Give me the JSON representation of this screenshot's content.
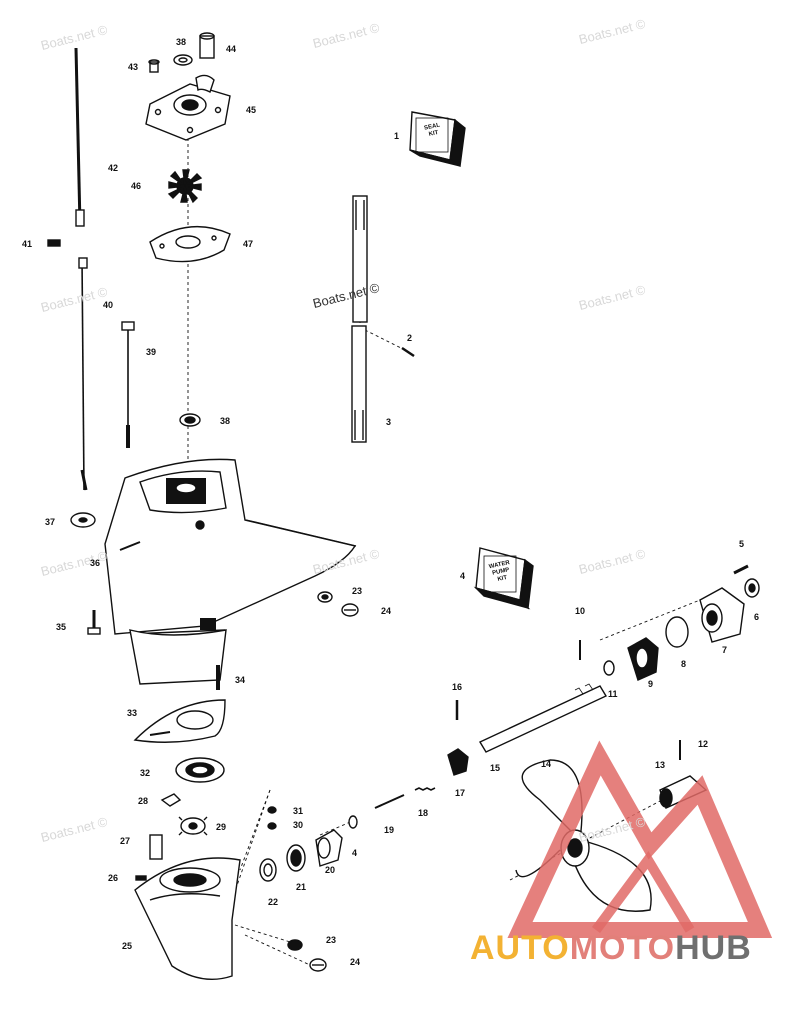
{
  "watermark": {
    "text": "Boats.net ©"
  },
  "callouts": {
    "p1": "1",
    "p2": "2",
    "p3": "3",
    "p4a": "4",
    "p4b": "4",
    "p5": "5",
    "p6": "6",
    "p7": "7",
    "p8": "8",
    "p9": "9",
    "p10": "10",
    "p11": "11",
    "p12": "12",
    "p13": "13",
    "p14": "14",
    "p15": "15",
    "p16": "16",
    "p17": "17",
    "p18": "18",
    "p19": "19",
    "p20": "20",
    "p21": "21",
    "p22": "22",
    "p23a": "23",
    "p23b": "23",
    "p24a": "24",
    "p24b": "24",
    "p25": "25",
    "p26": "26",
    "p27": "27",
    "p28": "28",
    "p29": "29",
    "p30": "30",
    "p31": "31",
    "p32": "32",
    "p33": "33",
    "p34": "34",
    "p35": "35",
    "p36": "36",
    "p37": "37",
    "p38a": "38",
    "p38b": "38",
    "p39": "39",
    "p40": "40",
    "p41": "41",
    "p42": "42",
    "p43": "43",
    "p44": "44",
    "p45": "45",
    "p46": "46",
    "p47": "47"
  },
  "kits": {
    "seal_line1": "SEAL",
    "seal_line2": "KIT",
    "pump_line1": "WATER",
    "pump_line2": "PUMP",
    "pump_line3": "KIT"
  },
  "brand": {
    "part1": "AUTO",
    "part2": "MOTO",
    "part3": "HUB"
  },
  "colors": {
    "line": "#111111",
    "watermark": "#d8d8d8",
    "logo_red": "#e06a66",
    "logo_yellow": "#f3b233",
    "logo_gray": "#6f6f6f"
  }
}
